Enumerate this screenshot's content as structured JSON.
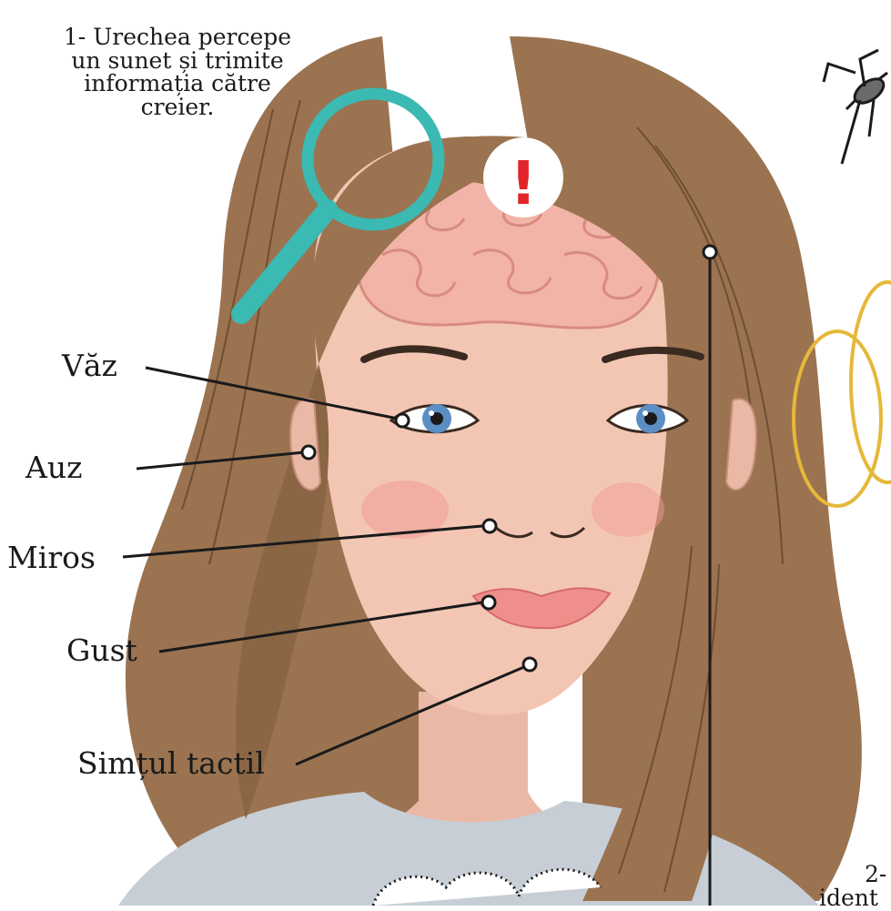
{
  "captions": {
    "step1_lines": [
      "1- Urechea percepe",
      "un sunet și trimite",
      "informația către",
      "creier."
    ],
    "step2_lines": [
      "2-",
      "ident"
    ]
  },
  "labels": {
    "see": "Văz",
    "hear": "Auz",
    "smell": "Miros",
    "taste": "Gust",
    "touch": "Simțul tactil"
  },
  "alert_symbol": "!",
  "colors": {
    "hair": "#9b7350",
    "hair_dark": "#6e4f34",
    "skin": "#f3c6b3",
    "brain": "#f2b3a8",
    "magnifier": "#3bb9b3",
    "alert": "#e2242b",
    "line": "#1a1a1a",
    "sweater": "#c7ced6",
    "lips": "#ef8f8c",
    "eye": "#5b8fc4",
    "bee_ring": "#e6b83a"
  }
}
